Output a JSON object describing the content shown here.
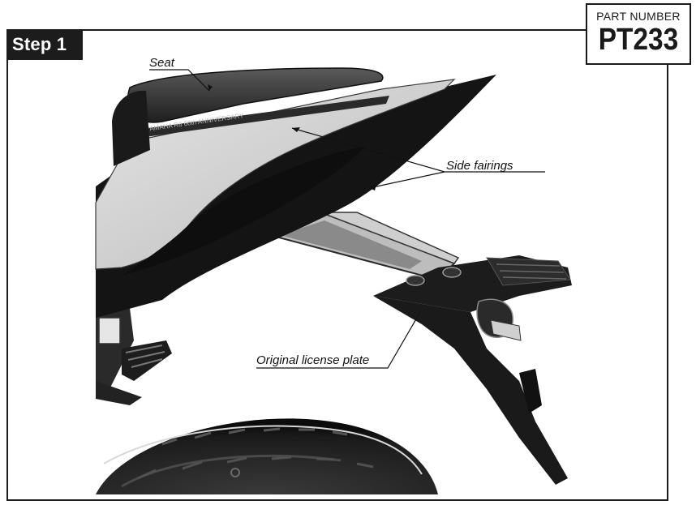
{
  "step": {
    "label": "Step 1"
  },
  "part": {
    "caption": "PART NUMBER",
    "number": "PT233"
  },
  "callouts": {
    "seat": "Seat",
    "side_fairings": "Side fairings",
    "license_plate": "Original license plate"
  },
  "tail_stripe_text": "YAMAHA R6 60th ANNIVERSARY"
}
